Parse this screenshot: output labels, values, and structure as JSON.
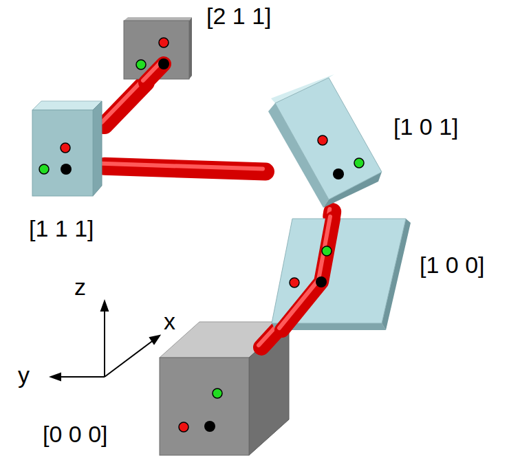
{
  "diagram": {
    "nodes": [
      {
        "text": [
          "[0 0 0]"
        ]
      },
      {
        "text": [
          "[1 0 0]"
        ]
      },
      {
        "text": [
          "[1 0 1]"
        ]
      },
      {
        "text": [
          "[1 1 1]"
        ]
      },
      {
        "text": [
          "[2 1 1]"
        ]
      }
    ],
    "edges": [
      {
        "from": 0,
        "to": 1,
        "arrow": "none"
      },
      {
        "from": 1,
        "to": 2,
        "arrow": "none"
      },
      {
        "from": 2,
        "to": 3,
        "arrow": "none"
      },
      {
        "from": 3,
        "to": 4,
        "arrow": "none"
      }
    ],
    "labels": [
      "z",
      "x",
      "y"
    ]
  }
}
